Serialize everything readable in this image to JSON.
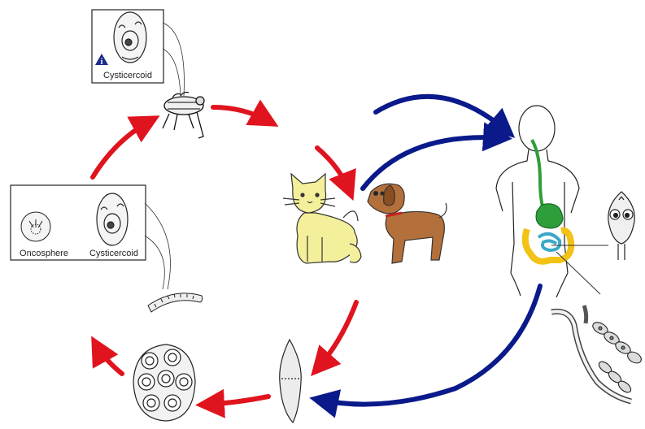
{
  "labels": {
    "cysticercoid_top": "Cysticercoid",
    "oncosphere": "Oncosphere",
    "cysticercoid_left": "Cysticercoid",
    "stage_marker": "i"
  },
  "colors": {
    "animal_cycle_arrow": "#e0141e",
    "human_infection_arrow": "#0a1a8a",
    "cat_fill": "#f4ef9a",
    "dog_fill": "#b4703a",
    "stomach": "#2e9e3a",
    "intestine": "#f2c314",
    "small_intestine": "#3aa8c8",
    "marker_fill": "#1a2a8c"
  },
  "icons": [
    "flea-icon",
    "cat-icon",
    "dog-icon",
    "human-body-icon",
    "scolex-icon",
    "adult-tapeworm-icon",
    "gravid-proglottid-icon",
    "egg-packet-icon",
    "flea-larva-icon",
    "oncosphere-icon",
    "cysticercoid-icon"
  ]
}
